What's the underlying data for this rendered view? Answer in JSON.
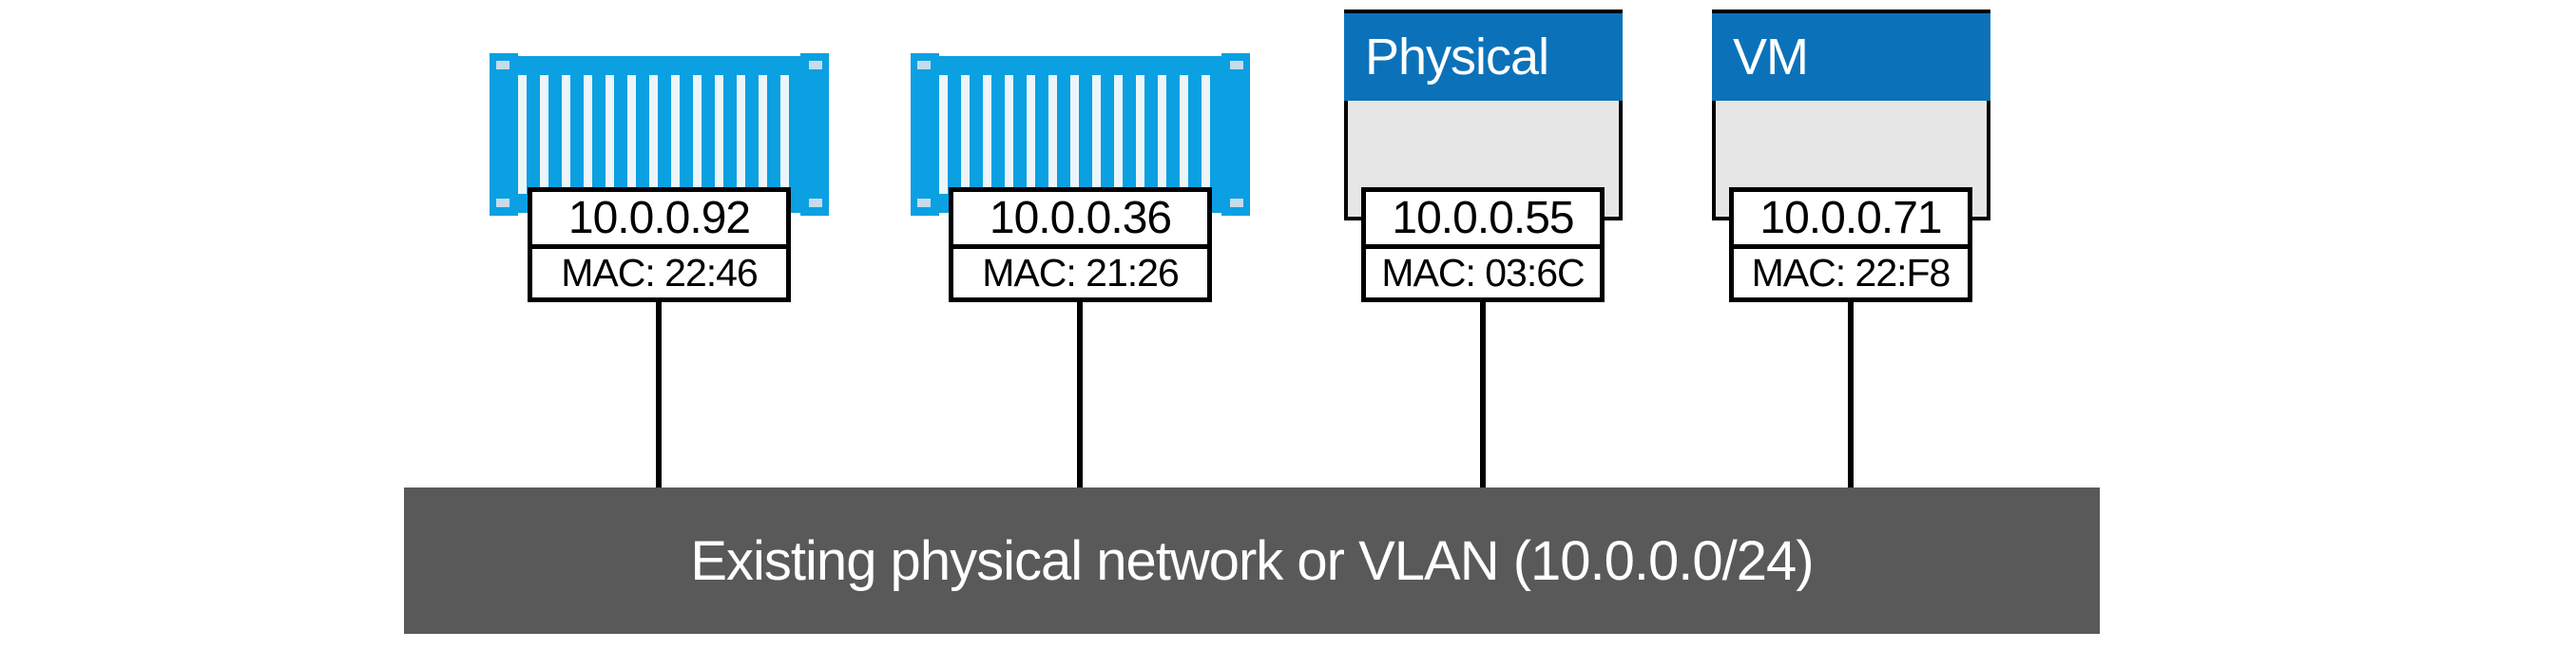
{
  "diagram": {
    "nodes": [
      {
        "kind": "container",
        "icon": "container-icon",
        "ip": "10.0.0.92",
        "mac": "MAC: 22:46"
      },
      {
        "kind": "container",
        "icon": "container-icon",
        "ip": "10.0.0.36",
        "mac": "MAC: 21:26"
      },
      {
        "kind": "host",
        "title": "Physical",
        "ip": "10.0.0.55",
        "mac": "MAC: 03:6C"
      },
      {
        "kind": "host",
        "title": "VM",
        "ip": "10.0.0.71",
        "mac": "MAC: 22:F8"
      }
    ],
    "network_bar": {
      "label": "Existing physical network or VLAN (10.0.0.0/24)"
    },
    "colors": {
      "container_blue": "#0AA0E2",
      "container_stripe_gap": "#EDF5FA",
      "container_corner": "#C5DCEA",
      "host_header_blue": "#0B72BA",
      "host_body_gray": "#E6E6E6",
      "network_bar_gray": "#595959",
      "line_black": "#000000"
    }
  }
}
